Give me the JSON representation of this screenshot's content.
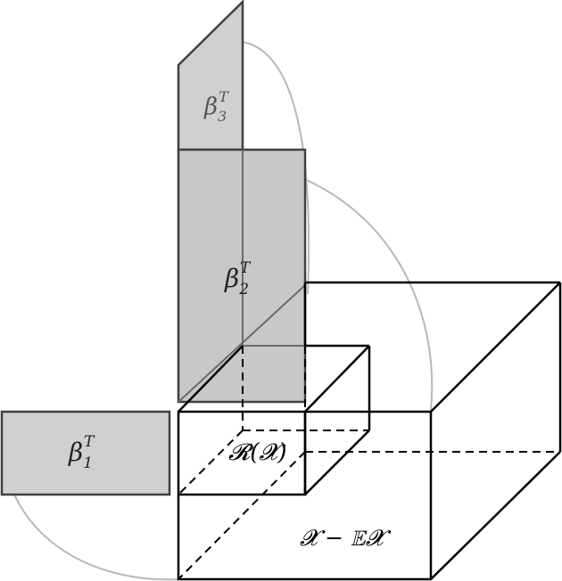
{
  "labels": {
    "beta1": {
      "base": "β",
      "sub": "1",
      "sup": "T"
    },
    "beta2": {
      "base": "β",
      "sub": "2",
      "sup": "T"
    },
    "beta3": {
      "base": "β",
      "sub": "3",
      "sup": "T"
    },
    "range": "𝓡(𝓧)",
    "residual": "𝓧 − 𝔼𝓧"
  },
  "colors": {
    "panel_fill": "#d0d0d0",
    "panel_stroke": "#404040",
    "cube_stroke": "#000000",
    "arc_stroke": "#b8b8b8",
    "background": "#ffffff"
  }
}
